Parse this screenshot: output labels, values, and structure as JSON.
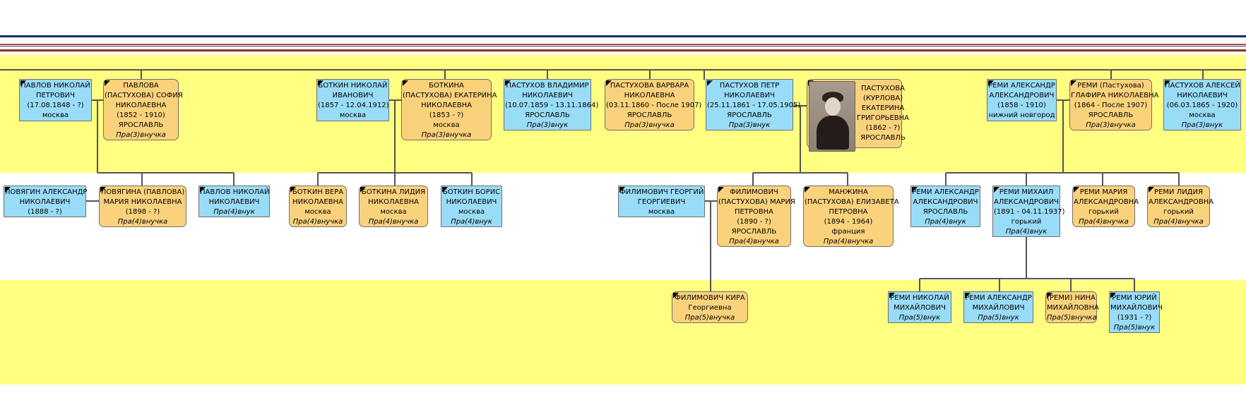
{
  "colors": {
    "band": "#fffe80",
    "male": "#99dcf7",
    "female": "#fbd27c",
    "stripe_navy": "#1c2a6e",
    "stripe_red": "#8a3020",
    "connector": "#555555"
  },
  "people": {
    "pavlov_np": {
      "lines": [
        "ПАВЛОВ НИКОЛАЙ",
        "ПЕТРОВИЧ",
        "(17.08.1848 - ?)",
        "москва"
      ],
      "role": ""
    },
    "pavlova_sn": {
      "lines": [
        "ПАВЛОВА",
        "(ПАСТУХОВА) СОФИЯ",
        "НИКОЛАЕВНА",
        "(1852 - 1910)",
        "ЯРОСЛАВЛЬ"
      ],
      "role": "Пра(3)внучка"
    },
    "botkin_ni": {
      "lines": [
        "БОТКИН НИКОЛАЙ",
        "ИВАНОВИЧ",
        "(1857 - 12.04.1912)",
        "москва"
      ],
      "role": ""
    },
    "botkina_en": {
      "lines": [
        "БОТКИНА",
        "(ПАСТУХОВА) ЕКАТЕРИНА",
        "НИКОЛАЕВНА",
        "(1853 - ?)",
        "москва"
      ],
      "role": "Пра(3)внучка"
    },
    "pastukhov_vn": {
      "lines": [
        "ПАСТУХОВ ВЛАДИМИР",
        "НИКОЛАЕВИЧ",
        "(10.07.1859 - 13.11.1864)",
        "ЯРОСЛАВЛЬ"
      ],
      "role": "Пра(3)внук"
    },
    "pastukhova_vn": {
      "lines": [
        "ПАСТУХОВА ВАРВАРА",
        "НИКОЛАЕВНА",
        "(03.11.1860 - После 1907)",
        "ЯРОСЛАВЛЬ"
      ],
      "role": "Пра(3)внучка"
    },
    "pastukhov_pn": {
      "lines": [
        "ПАСТУХОВ ПЕТР",
        "НИКОЛАЕВИЧ",
        "(25.11.1861 - 17.05.1905)",
        "ЯРОСЛАВЛЬ"
      ],
      "role": "Пра(3)внук"
    },
    "pastukhova_eg": {
      "lines": [
        "ПАСТУХОВА",
        "(КУРЛОВА)",
        "ЕКАТЕРИНА",
        "ГРИГОРЬЕВНА",
        "(1862 - ?)",
        "ЯРОСЛАВЛЬ"
      ],
      "role": ""
    },
    "remi_aa": {
      "lines": [
        "РЕМИ АЛЕКСАНДР",
        "АЛЕКСАНДРОВИЧ",
        "(1858 - 1910)",
        "нижний новгород"
      ],
      "role": ""
    },
    "remi_gn": {
      "lines": [
        "РЕМИ (Пастухова)",
        "ГЛАФИРА НИКОЛАЕВНА",
        "(1864 - После 1907)",
        "ЯРОСЛАВЛЬ"
      ],
      "role": "Пра(3)внучка"
    },
    "pastukhov_an": {
      "lines": [
        "ПАСТУХОВ АЛЕКСЕЙ",
        "НИКОЛАЕВИЧ",
        "(06.03.1865 - 1920)",
        "москва"
      ],
      "role": "Пра(3)внук"
    },
    "lovyagin_an": {
      "lines": [
        "ЛОВЯГИН АЛЕКСАНДР",
        "НИКОЛАЕВИЧ",
        "(1888 - ?)"
      ],
      "role": ""
    },
    "lovyagina_mn": {
      "lines": [
        "ЛОВЯГИНА (ПАВЛОВА)",
        "МАРИЯ НИКОЛАЕВНА",
        "(1898 - ?)"
      ],
      "role": "Пра(4)внучка"
    },
    "pavlov_nn": {
      "lines": [
        "ПАВЛОВ НИКОЛАЙ",
        "НИКОЛАЕВИЧ"
      ],
      "role": "Пра(4)внук"
    },
    "botkin_vera": {
      "lines": [
        "БОТКИН ВЕРА",
        "НИКОЛАЕВНА",
        "москва"
      ],
      "role": "Пра(4)внучка"
    },
    "botkina_lidiya": {
      "lines": [
        "БОТКИНА ЛИДИЯ",
        "НИКОЛАЕВНА",
        "москва"
      ],
      "role": "Пра(4)внучка"
    },
    "botkin_boris": {
      "lines": [
        "БОТКИН БОРИС",
        "НИКОЛАЕВИЧ",
        "москва"
      ],
      "role": "Пра(4)внук"
    },
    "filimovich_gg": {
      "lines": [
        "ФИЛИМОВИЧ ГЕОРГИЙ",
        "ГЕОРГИЕВИЧ",
        "москва"
      ],
      "role": ""
    },
    "filimovich_mp": {
      "lines": [
        "ФИЛИМОВИЧ",
        "(ПАСТУХОВА) МАРИЯ",
        "ПЕТРОВНА",
        "(1890 - ?)",
        "ЯРОСЛАВЛЬ"
      ],
      "role": "Пра(4)внучка"
    },
    "manzhina_ep": {
      "lines": [
        "МАНЖИНА",
        "(ПАСТУХОВА) ЕЛИЗАВЕТА",
        "ПЕТРОВНА",
        "(1894 - 1964)",
        "франция"
      ],
      "role": "Пра(4)внучка"
    },
    "remi_aa2": {
      "lines": [
        "РЕМИ АЛЕКСАНДР",
        "АЛЕКСАНДРОВИЧ",
        "ЯРОСЛАВЛЬ"
      ],
      "role": "Пра(4)внук"
    },
    "remi_ma": {
      "lines": [
        "РЕМИ МИХАИЛ",
        "АЛЕКСАНДРОВИЧ",
        "(1891 - 04.11.1937)",
        "горький"
      ],
      "role": "Пра(4)внук"
    },
    "remi_mariya": {
      "lines": [
        "РЕМИ МАРИЯ",
        "АЛЕКСАНДРОВНА",
        "горький"
      ],
      "role": "Пра(4)внучка"
    },
    "remi_lidiya": {
      "lines": [
        "РЕМИ ЛИДИЯ",
        "АЛЕКСАНДРОВНА",
        "горький"
      ],
      "role": "Пра(4)внучка"
    },
    "filimovich_kira": {
      "lines": [
        "ФИЛИМОВИЧ КИРА",
        "Георгиевна"
      ],
      "role": "Пра(5)внучка"
    },
    "remi_nm": {
      "lines": [
        "РЕМИ НИКОЛАЙ",
        "МИХАЙЛОВИЧ"
      ],
      "role": "Пра(5)внук"
    },
    "remi_am": {
      "lines": [
        "РЕМИ АЛЕКСАНДР",
        "МИХАЙЛОВИЧ"
      ],
      "role": "Пра(5)внук"
    },
    "remi_nina": {
      "lines": [
        "(РЕМИ) НИНА",
        "МИХАЙЛОВНА"
      ],
      "role": "Пра(5)внучка"
    },
    "remi_yuriy": {
      "lines": [
        "РЕМИ ЮРИЙ",
        "МИХАЙЛОВИЧ",
        "(1931 - ?)"
      ],
      "role": "Пра(5)внук"
    }
  }
}
